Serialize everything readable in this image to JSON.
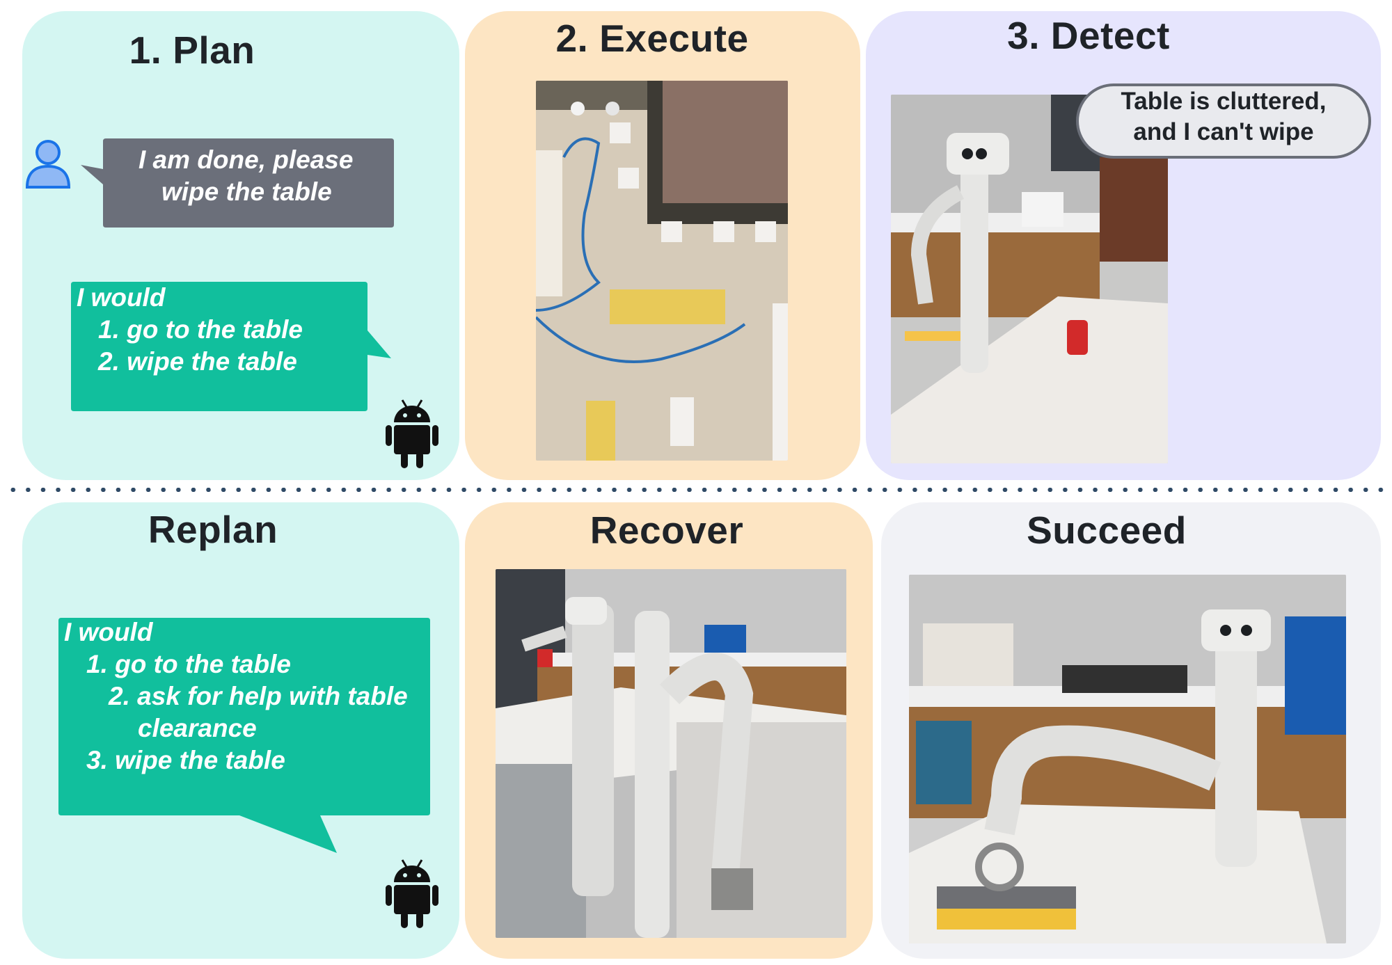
{
  "panels": {
    "plan": {
      "title": "1. Plan"
    },
    "execute": {
      "title": "2. Execute"
    },
    "detect": {
      "title": "3. Detect"
    },
    "replan": {
      "title": "Replan"
    },
    "recover": {
      "title": "Recover"
    },
    "succeed": {
      "title": "Succeed"
    }
  },
  "plan": {
    "user_line1": "I am done, please",
    "user_line2": "wipe the table",
    "robot_line1": "I would",
    "robot_line2": "1. go to the table",
    "robot_line3": "2. wipe the table"
  },
  "detect": {
    "speech_line1": "Table is cluttered,",
    "speech_line2": "and I can't wipe"
  },
  "replan": {
    "line1": "I would",
    "line2": "1. go to the table",
    "line3": "2. ask for help with table",
    "line4": "clearance",
    "line5": "3. wipe the table"
  },
  "colors": {
    "cyan_panel": "#d4f6f2",
    "peach_panel": "#fde5c3",
    "lavender_panel": "#e6e5fd",
    "grey_panel": "#f1f2f6",
    "user_bubble": "#6b6f7a",
    "robot_bubble": "#11bf9d",
    "user_icon": "#1a73e8"
  },
  "icons": [
    "user-icon",
    "android-icon"
  ]
}
